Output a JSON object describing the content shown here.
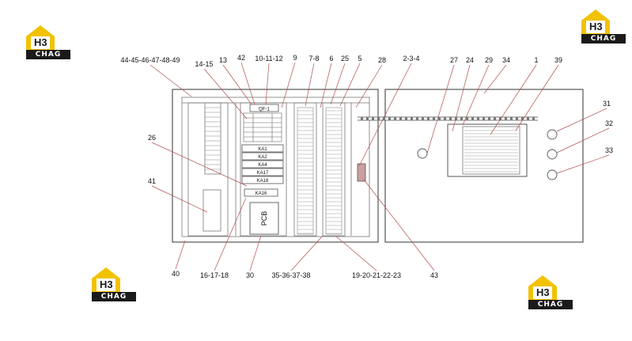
{
  "logo": {
    "mark": "H3",
    "word": "CHAG",
    "accent": "#f2c200"
  },
  "components": {
    "qf": "QF-1",
    "relays": [
      "KA1",
      "KA2",
      "KA4",
      "KA17",
      "KA18"
    ],
    "relay_bottom": "KA16",
    "pcb": "PCB"
  },
  "callouts": {
    "top": [
      "44-45-46-47-48-49",
      "14-15",
      "13",
      "42",
      "10-11-12",
      "9",
      "7-8",
      "6",
      "25",
      "5",
      "28",
      "2-3-4",
      "27",
      "24",
      "29",
      "34",
      "1",
      "39"
    ],
    "left": [
      "26",
      "41"
    ],
    "right": [
      "31",
      "32",
      "33"
    ],
    "bottom": [
      "40",
      "16-17-18",
      "30",
      "35-36-37-38",
      "19-20-21-22-23",
      "43"
    ]
  },
  "colors": {
    "line": "#555555",
    "leader": "#b05050",
    "text": "#111111"
  }
}
